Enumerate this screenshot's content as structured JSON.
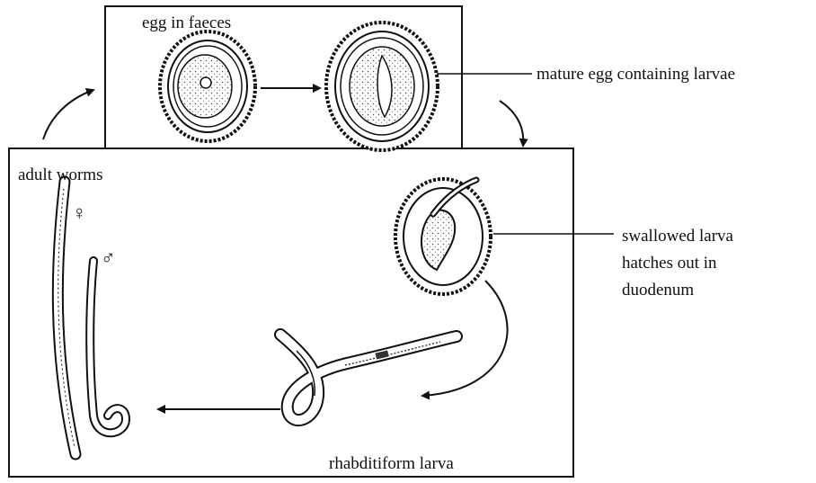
{
  "labels": {
    "egg_in_faeces": "egg in faeces",
    "mature_egg": "mature egg containing larvae",
    "adult_worms": "adult worms",
    "female_symbol": "♀",
    "male_symbol": "♂",
    "swallowed_line1": "swallowed larva",
    "swallowed_line2": "hatches out in",
    "swallowed_line3": "duodenum",
    "rhabditiform": "rhabditiform larva"
  },
  "colors": {
    "ink": "#111111",
    "egg_fill": "#f2f2f2",
    "background": "#ffffff"
  }
}
